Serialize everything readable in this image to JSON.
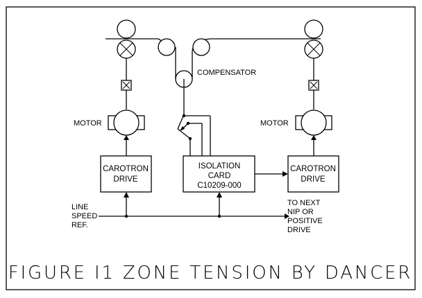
{
  "labels": {
    "compensator": "COMPENSATOR",
    "motor_left": "MOTOR",
    "motor_right": "MOTOR",
    "drive_left": [
      "CAROTRON",
      "DRIVE"
    ],
    "drive_right": [
      "CAROTRON",
      "DRIVE"
    ],
    "isolation_card": [
      "ISOLATION",
      "CARD",
      "C10209-000"
    ],
    "line_speed_ref": [
      "LINE",
      "SPEED",
      "REF."
    ],
    "to_next": [
      "TO NEXT",
      "NIP OR",
      "POSITIVE",
      "DRIVE"
    ],
    "caption": "FIGURE I1 ZONE TENSION BY DANCER"
  }
}
